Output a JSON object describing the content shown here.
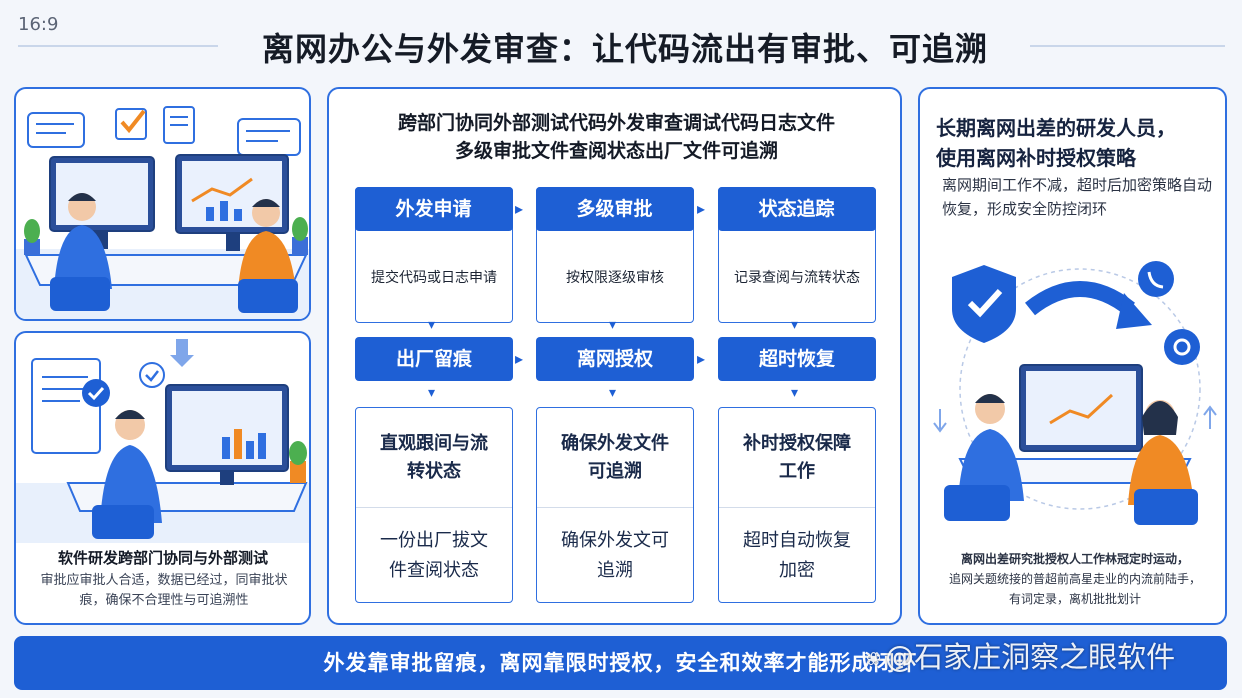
{
  "aspect_label": "16:9",
  "title": "离网办公与外发审查：让代码流出有审批、可追溯",
  "left_bottom": {
    "title": "软件研发跨部门协同与外部测试",
    "line1": "审批应审批人合适，数据已经过，同审批状",
    "line2": "痕，确保不合理性与可追溯性"
  },
  "center": {
    "heading_line1": "跨部门协同外部测试代码外发审查调试代码日志文件",
    "heading_line2": "多级审批文件查阅状态出厂文件可追溯",
    "row1": [
      {
        "step": "外发申请",
        "desc": "提交代码或日志申请"
      },
      {
        "step": "多级审批",
        "desc": "按权限逐级审核"
      },
      {
        "step": "状态追踪",
        "desc": "记录查阅与流转状态"
      }
    ],
    "row2": [
      {
        "step": "出厂留痕",
        "desc_a": "直观跟间与流转状态",
        "desc_b": "一份出厂拔文件查阅状态"
      },
      {
        "step": "离网授权",
        "desc_a": "确保外发文件可追溯",
        "desc_b": "确保外发文可追溯"
      },
      {
        "step": "超时恢复",
        "desc_a": "补时授权保障工作",
        "desc_b": "超时自动恢复加密"
      }
    ]
  },
  "right": {
    "heading_line1": "长期离网出差的研发人员，",
    "heading_line2": "使用离网补时授权策略",
    "sub": "离网期间工作不减，超时后加密策略自动恢复，形成安全防控闭环",
    "note_line1": "离网出差研究批授权人工作林冠定时运动，",
    "note_line2": "追网关题统接的普超前高星走业的内流前陆手，",
    "note_line3": "有词定录，离机批批划计"
  },
  "banner": "外发靠审批留痕，离网靠限时授权，安全和效率才能形成闭环",
  "watermark": "@石家庄洞察之眼软件",
  "colors": {
    "primary": "#1e5fd4",
    "border": "#2f6fe0",
    "accent_orange": "#f08a24",
    "background": "#f3f6fb"
  }
}
